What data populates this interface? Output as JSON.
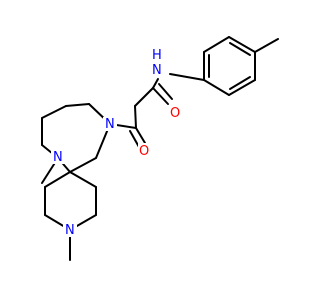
{
  "molecule": {
    "atom_labels": {
      "nh_n": "N",
      "nh_h": "H",
      "amide_o": "O",
      "ketone_o": "O",
      "ring_n_acyl": "N",
      "ring_n_methyl": "N",
      "pip_n": "N"
    },
    "colors": {
      "bond": "#000000",
      "nitrogen": "#0000ff",
      "oxygen": "#ff0000",
      "background": "#ffffff"
    }
  }
}
